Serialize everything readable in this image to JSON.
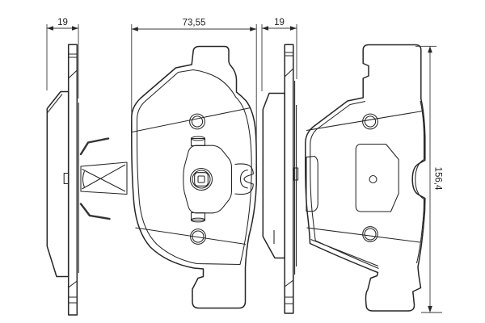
{
  "colors": {
    "background": "#ffffff",
    "line": "#262626",
    "dimension_line": "#3a3a3a"
  },
  "dimensions": {
    "left_thickness": {
      "value": "19"
    },
    "width": {
      "value": "73,55"
    },
    "right_thickness": {
      "value": "19"
    },
    "height": {
      "value": "156,4"
    }
  }
}
